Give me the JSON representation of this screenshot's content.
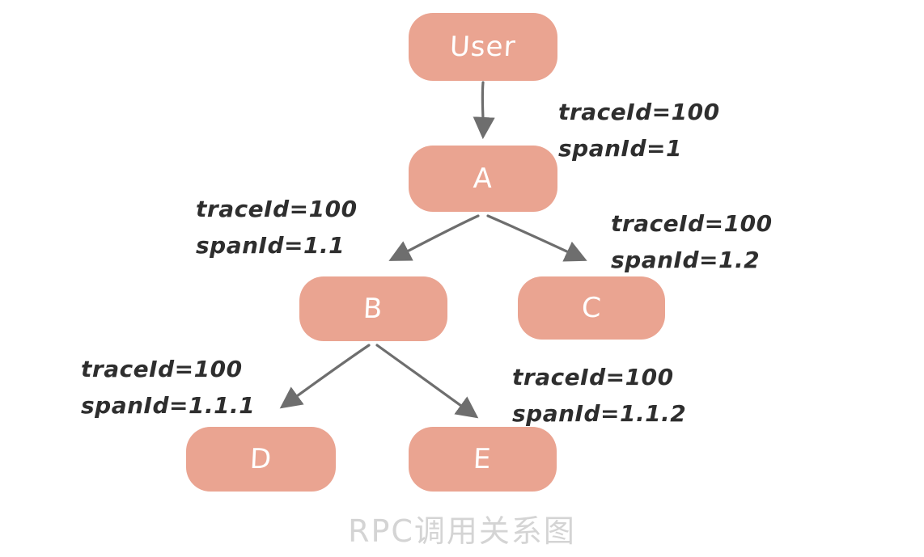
{
  "caption": "RPC调用关系图",
  "colors": {
    "background": "#FFFFFF",
    "node_fill": "#EAA491",
    "node_text": "#FFFFFF",
    "arrow": "#6E6E6E",
    "label_text": "#2E2E2E",
    "caption_text": "#D4D4D4"
  },
  "nodes": {
    "user": {
      "label": "User"
    },
    "a": {
      "label": "A"
    },
    "b": {
      "label": "B"
    },
    "c": {
      "label": "C"
    },
    "d": {
      "label": "D"
    },
    "e": {
      "label": "E"
    }
  },
  "edges": {
    "user_a": {
      "from": "User",
      "to": "A",
      "label_line1": "traceId=100",
      "label_line2": "spanId=1"
    },
    "a_b": {
      "from": "A",
      "to": "B",
      "label_line1": "traceId=100",
      "label_line2": "spanId=1.1"
    },
    "a_c": {
      "from": "A",
      "to": "C",
      "label_line1": "traceId=100",
      "label_line2": "spanId=1.2"
    },
    "b_d": {
      "from": "B",
      "to": "D",
      "label_line1": "traceId=100",
      "label_line2": "spanId=1.1.1"
    },
    "b_e": {
      "from": "B",
      "to": "E",
      "label_line1": "traceId=100",
      "label_line2": "spanId=1.1.2"
    }
  }
}
